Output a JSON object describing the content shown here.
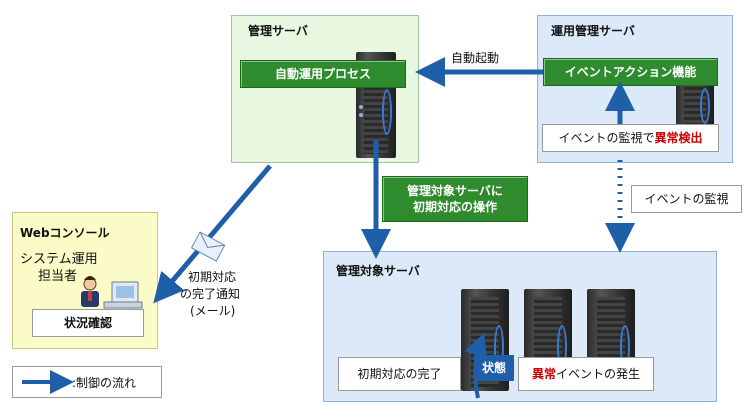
{
  "mgmt_server": {
    "title": "管理サーバ",
    "process_label": "自動運用プロセス"
  },
  "ops_server": {
    "title": "運用管理サーバ",
    "feature_label": "イベントアクション機能",
    "detect_prefix": "イベントの監視で",
    "detect_highlight": "異常検出"
  },
  "auto_start_label": "自動起動",
  "operation_label": {
    "line1": "管理対象サーバに",
    "line2": "初期対応の操作"
  },
  "event_watch_label": "イベントの監視",
  "web_console": {
    "title": "Webコンソール",
    "person_line1": "システム運用",
    "person_line2": "担当者",
    "status_label": "状況確認"
  },
  "mail_label": {
    "line1": "初期対応",
    "line2": "の完了通知",
    "line3": "(メール)"
  },
  "target_server": {
    "title": "管理対象サーバ",
    "initial_done": "初期対応の完了",
    "state_label": "状態",
    "occur_highlight": "異常",
    "occur_suffix": "イベントの発生"
  },
  "legend": {
    "text": ":制御の流れ"
  },
  "colors": {
    "green_panel": "#e8f8e0",
    "blue_panel": "#dbe9f9",
    "yellow_panel": "#fbfbc8",
    "accent_green": "#2e8b2e",
    "arrow_blue": "#1f5fa8",
    "alert_red": "#cc0000"
  }
}
